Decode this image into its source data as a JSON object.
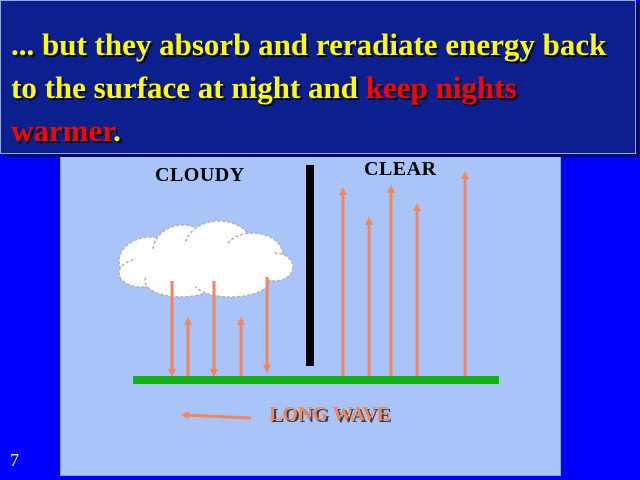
{
  "title": {
    "part1": "... but they absorb and reradiate energy back to the surface at night and ",
    "highlight": "keep nights warmer",
    "part2": "."
  },
  "diagram": {
    "cloudy_label": "CLOUDY",
    "clear_label": "CLEAR",
    "long_wave_label": "LONG WAVE"
  },
  "slide_number": "7",
  "colors": {
    "background": "#0000ff",
    "title_box": "#0b1f8f",
    "title_text": "#ffff00",
    "highlight": "#ff0000",
    "sky": "#a8c4f8",
    "ground": "#13b013",
    "arrow": "#f4845a"
  }
}
